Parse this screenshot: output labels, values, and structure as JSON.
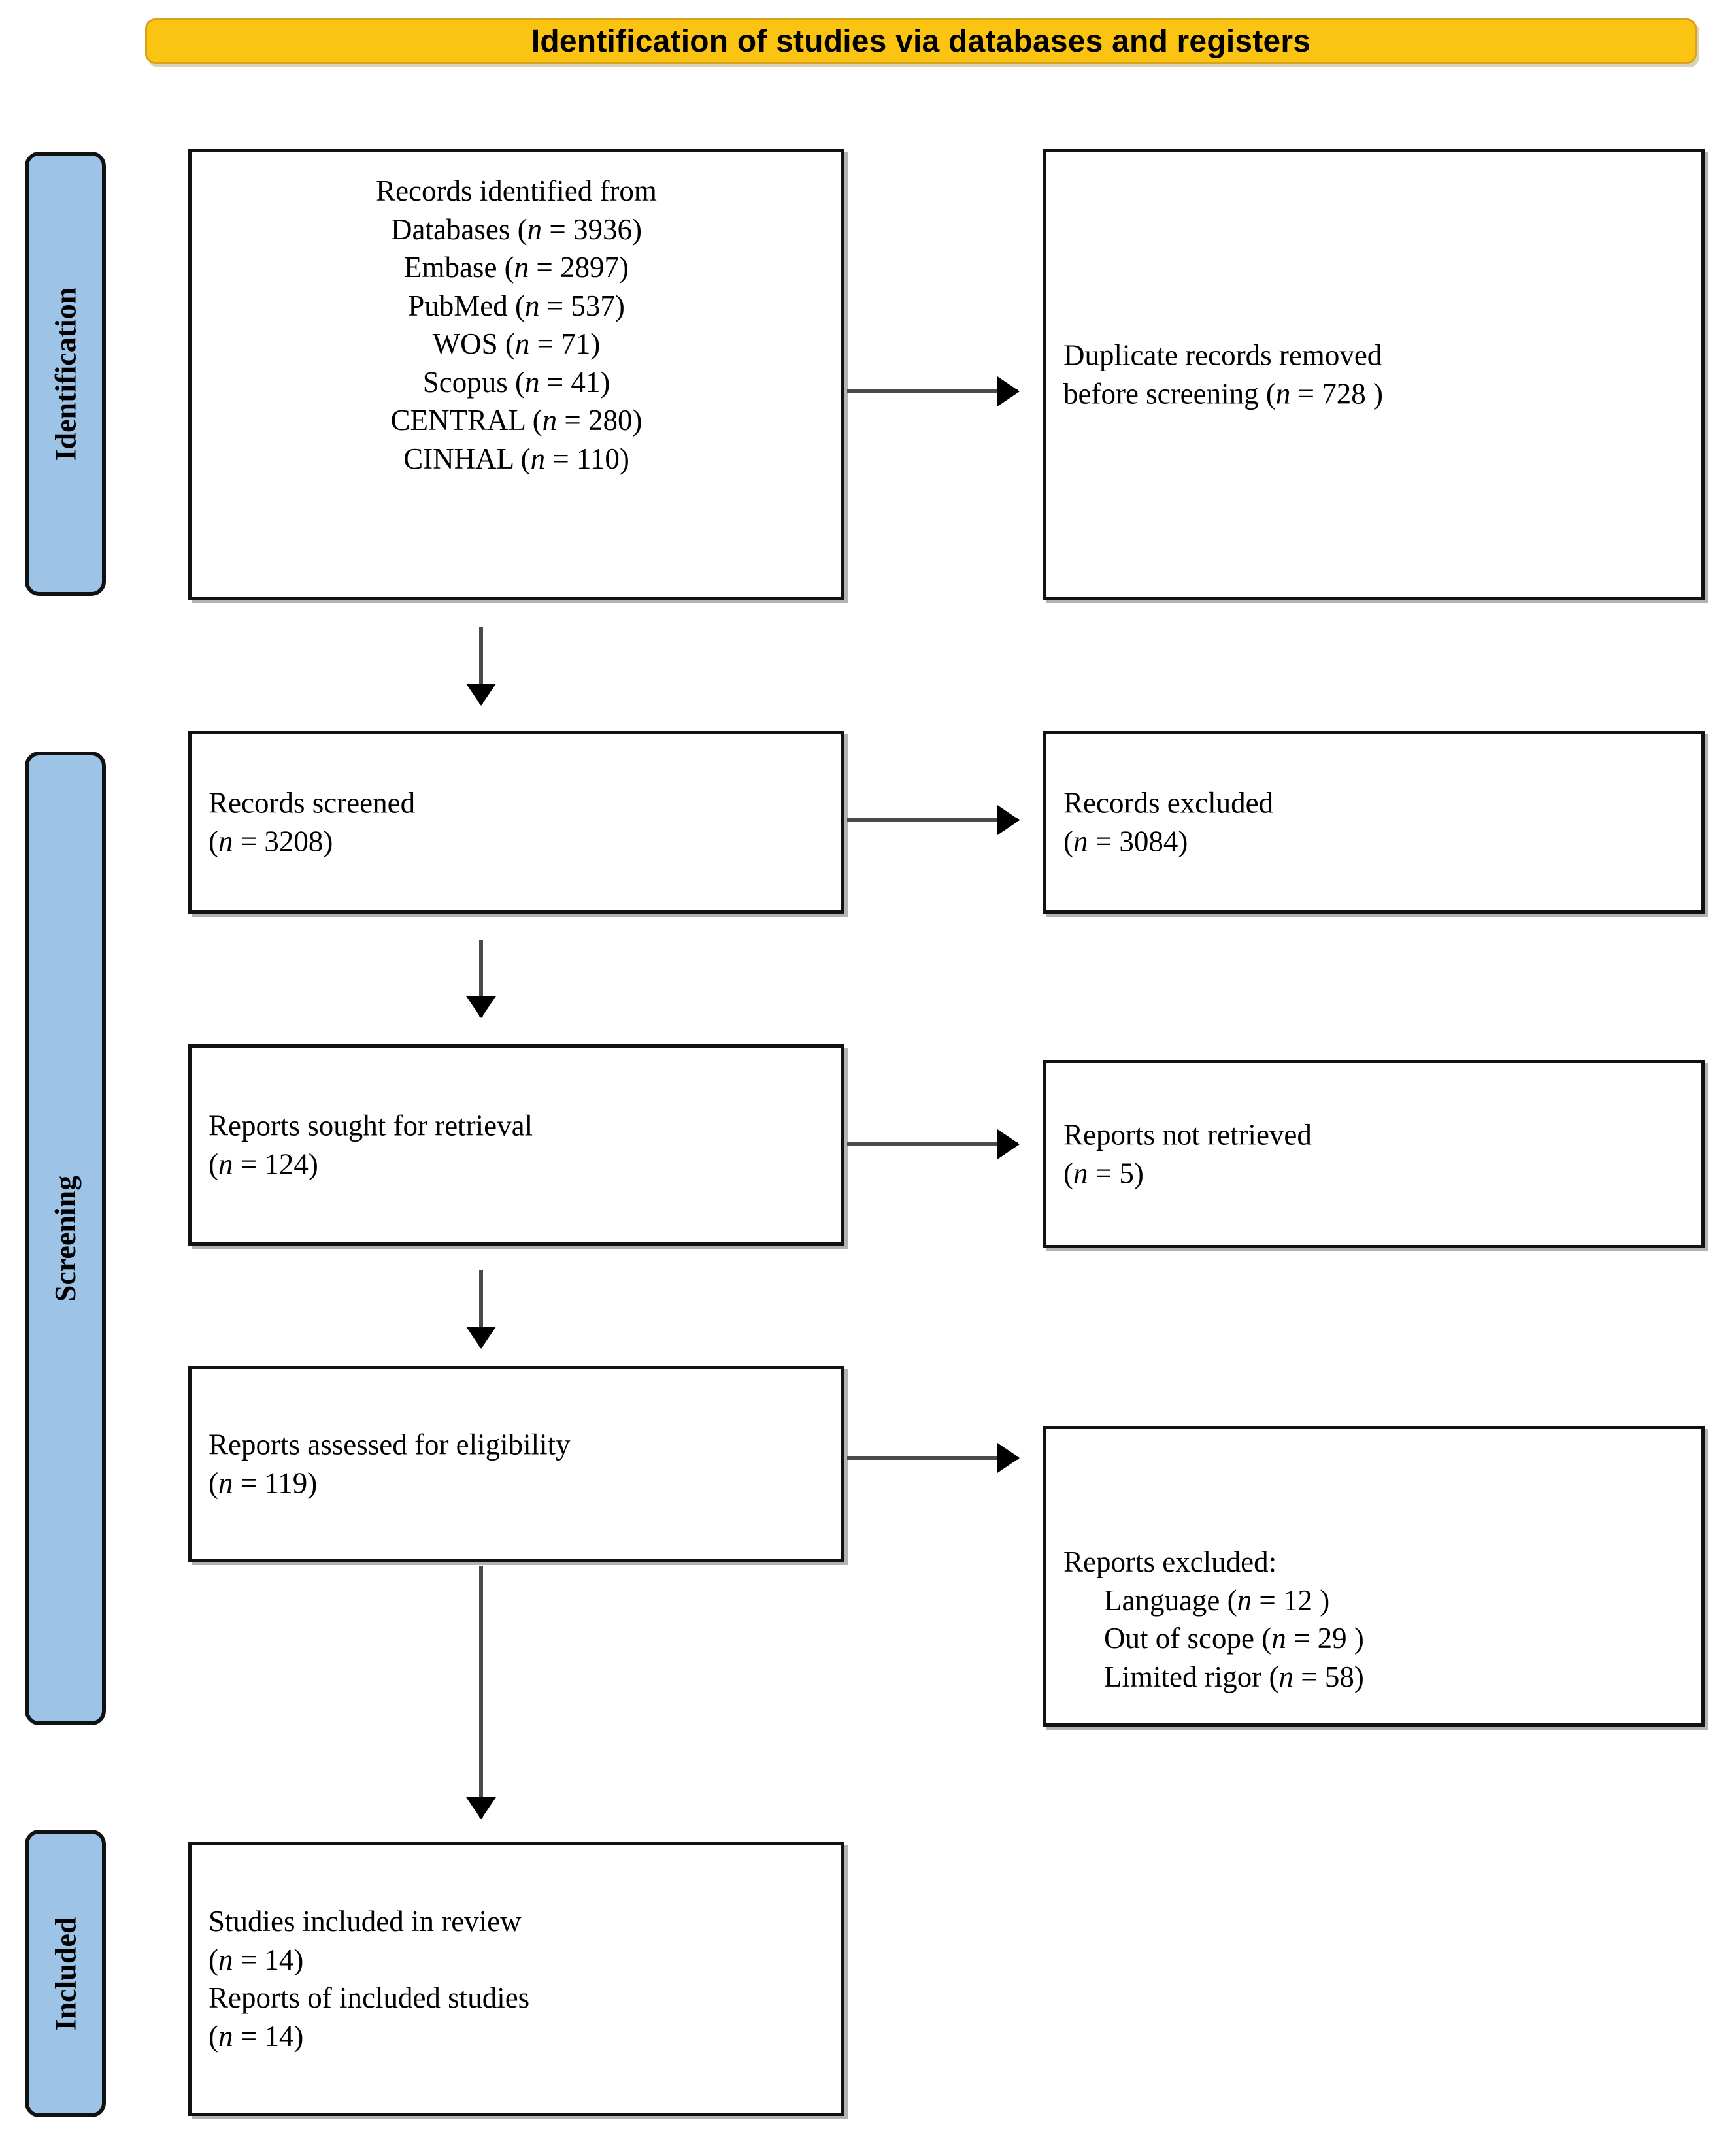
{
  "banner": {
    "title": "Identification of studies via databases and registers"
  },
  "stages": [
    {
      "key": "identification",
      "label": "Identification"
    },
    {
      "key": "screening",
      "label": "Screening"
    },
    {
      "key": "included",
      "label": "Included"
    }
  ],
  "boxes": {
    "records_identified": {
      "lines": [
        {
          "text": "Records identified from",
          "italic_n": false
        },
        {
          "text": "Databases (n = 3936)",
          "italic_n": true
        },
        {
          "text": "Embase (n = 2897)",
          "italic_n": true
        },
        {
          "text": "PubMed (n = 537)",
          "italic_n": true
        },
        {
          "text": "WOS (n = 71)",
          "italic_n": true
        },
        {
          "text": "Scopus (n = 41)",
          "italic_n": true
        },
        {
          "text": "CENTRAL (n = 280)",
          "italic_n": true
        },
        {
          "text": "CINHAL (n = 110)",
          "italic_n": true
        }
      ],
      "l0": "Records identified from",
      "l1": "Databases (",
      "l1n": "n",
      "l1b": " = 3936)",
      "l2": "Embase (",
      "l2b": " = 2897)",
      "l3": "PubMed (",
      "l3b": " = 537)",
      "l4": "WOS (",
      "l4b": " = 71)",
      "l5": "Scopus (",
      "l5b": " = 41)",
      "l6": "CENTRAL (",
      "l6b": " = 280)",
      "l7": "CINHAL (",
      "l7b": " = 110)"
    },
    "duplicates_removed": {
      "l0": "Duplicate records removed",
      "l1a": "before screening (",
      "l1n": "n",
      "l1b": " = 728 )"
    },
    "records_screened": {
      "l0": "Records screened",
      "l1a": "(",
      "l1n": "n",
      "l1b": " = 3208)"
    },
    "records_excluded": {
      "l0": "Records excluded",
      "l1a": "(",
      "l1n": "n",
      "l1b": " = 3084)"
    },
    "reports_sought": {
      "l0": "Reports sought for retrieval",
      "l1a": "(",
      "l1n": "n",
      "l1b": " = 124)"
    },
    "reports_not_retrieved": {
      "l0": "Reports not retrieved",
      "l1a": "(",
      "l1n": "n",
      "l1b": " = 5)"
    },
    "reports_assessed": {
      "l0": "Reports assessed for eligibility",
      "l1a": "(",
      "l1n": "n",
      "l1b": " = 119)"
    },
    "reports_excluded": {
      "l0": "Reports excluded:",
      "r1a": "Language  (",
      "r1n": "n",
      "r1b": " = 12 )",
      "r2a": "Out of scope (",
      "r2n": "n",
      "r2b": " = 29 )",
      "r3a": "Limited rigor (",
      "r3n": "n",
      "r3b": " = 58)"
    },
    "studies_included": {
      "l0": "Studies included in review",
      "l1a": "(",
      "l1n": "n",
      "l1b": " = 14)",
      "l2": "Reports of included studies",
      "l3a": "(",
      "l3n": "n",
      "l3b": " = 14)"
    }
  },
  "colors": {
    "banner_fill": "#FCC412",
    "banner_border": "#D9A21B",
    "stage_fill": "#9DC3E6",
    "stage_border": "#111111",
    "box_border": "#111111",
    "connector": "#4a4a4a"
  },
  "flow": {
    "counts": {
      "databases_total": 3936,
      "embase": 2897,
      "pubmed": 537,
      "wos": 71,
      "scopus": 41,
      "central": 280,
      "cinhal": 110,
      "duplicates_removed": 728,
      "records_screened": 3208,
      "records_excluded": 3084,
      "reports_sought": 124,
      "reports_not_retrieved": 5,
      "reports_assessed": 119,
      "excluded_language": 12,
      "excluded_out_of_scope": 29,
      "excluded_limited_rigor": 58,
      "studies_included": 14,
      "reports_of_included_studies": 14
    }
  }
}
